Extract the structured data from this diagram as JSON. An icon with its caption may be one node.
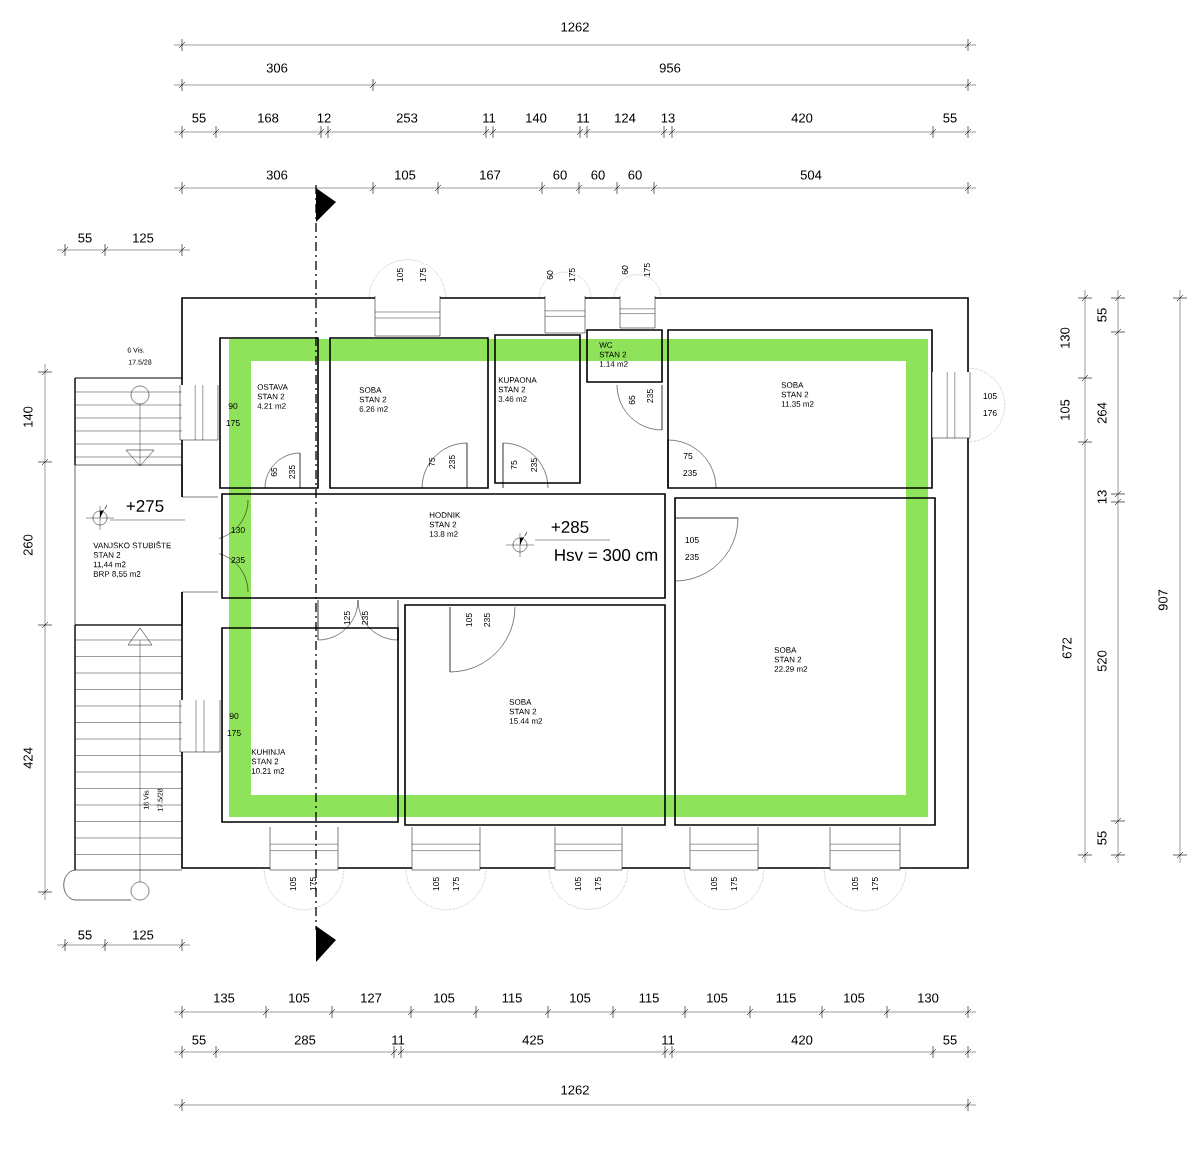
{
  "diagram": {
    "nodes": [
      {
        "text": [
          "OSTAVA",
          "STAN 2",
          "4.21 m2"
        ]
      },
      {
        "text": [
          "SOBA",
          "STAN 2",
          "6.26 m2"
        ]
      },
      {
        "text": [
          "KUPAONA",
          "STAN 2",
          "3.46 m2"
        ]
      },
      {
        "text": [
          "WC",
          "STAN 2",
          "1.14 m2"
        ]
      },
      {
        "text": [
          "SOBA",
          "STAN 2",
          "11.35 m2"
        ]
      },
      {
        "text": [
          "VANJSKO STUBIŠTE",
          "STAN 2",
          "11,44 m2",
          "BRP 8,55 m2"
        ]
      },
      {
        "text": [
          "HODNIK",
          "STAN 2",
          "13.8 m2"
        ]
      },
      {
        "text": [
          "KUHINJA",
          "STAN 2",
          "10.21 m2"
        ]
      },
      {
        "text": [
          "SOBA",
          "STAN 2",
          "15.44 m2"
        ]
      },
      {
        "text": [
          "SOBA",
          "STAN 2",
          "22.29 m2"
        ]
      }
    ],
    "labels": [
      "1262",
      "306",
      "956",
      "55",
      "168",
      "12",
      "253",
      "11",
      "140",
      "11",
      "124",
      "13",
      "420",
      "55",
      "306",
      "105",
      "167",
      "60",
      "60",
      "60",
      "504",
      "55",
      "125",
      "105",
      "175",
      "60",
      "175",
      "60",
      "175",
      "6 Vis.",
      "17.5/28",
      "140",
      "260",
      "424",
      "90",
      "175",
      "65",
      "235",
      "75",
      "235",
      "75",
      "235",
      "65",
      "235",
      "75",
      "235",
      "105",
      "176",
      "+275",
      "130",
      "235",
      "+285",
      "Hsv = 300 cm",
      "105",
      "235",
      "125",
      "235",
      "105",
      "235",
      "90",
      "175",
      "16 Vis",
      "17.5/28",
      "130",
      "105",
      "672",
      "55",
      "264",
      "13",
      "520",
      "55",
      "907",
      "105",
      "175",
      "105",
      "175",
      "105",
      "175",
      "105",
      "175",
      "105",
      "175",
      "55",
      "125",
      "135",
      "105",
      "127",
      "105",
      "115",
      "105",
      "115",
      "105",
      "115",
      "105",
      "130",
      "55",
      "285",
      "11",
      "425",
      "11",
      "420",
      "55",
      "1262"
    ]
  }
}
